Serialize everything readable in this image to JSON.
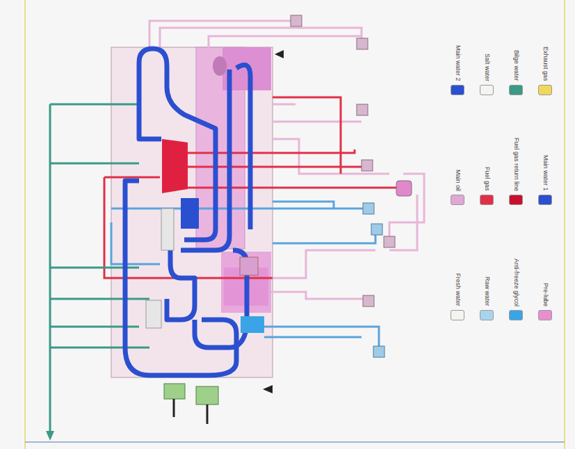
{
  "diagram": {
    "legend": [
      {
        "text": "Main water 2",
        "color": "#2a4fcf"
      },
      {
        "text": "Salt water",
        "color": "#f4f4f0"
      },
      {
        "text": "Bilge water",
        "color": "#3a9a86"
      },
      {
        "text": "Exhaust gas",
        "color": "#f0d85a"
      },
      {
        "text": "Main oil",
        "color": "#e0a8d4"
      },
      {
        "text": "Fuel gas",
        "color": "#e03048"
      },
      {
        "text": "Fuel gas return line",
        "color": "#c8102e"
      },
      {
        "text": "Main water 1",
        "color": "#2a4fcf"
      },
      {
        "text": "Fresh water",
        "color": "#f4f4f0"
      },
      {
        "text": "Raw water",
        "color": "#a9d4ee"
      },
      {
        "text": "Anti-freeze glycol",
        "color": "#3ba4e6"
      },
      {
        "text": "Pre-lube",
        "color": "#e88fd0"
      }
    ]
  }
}
